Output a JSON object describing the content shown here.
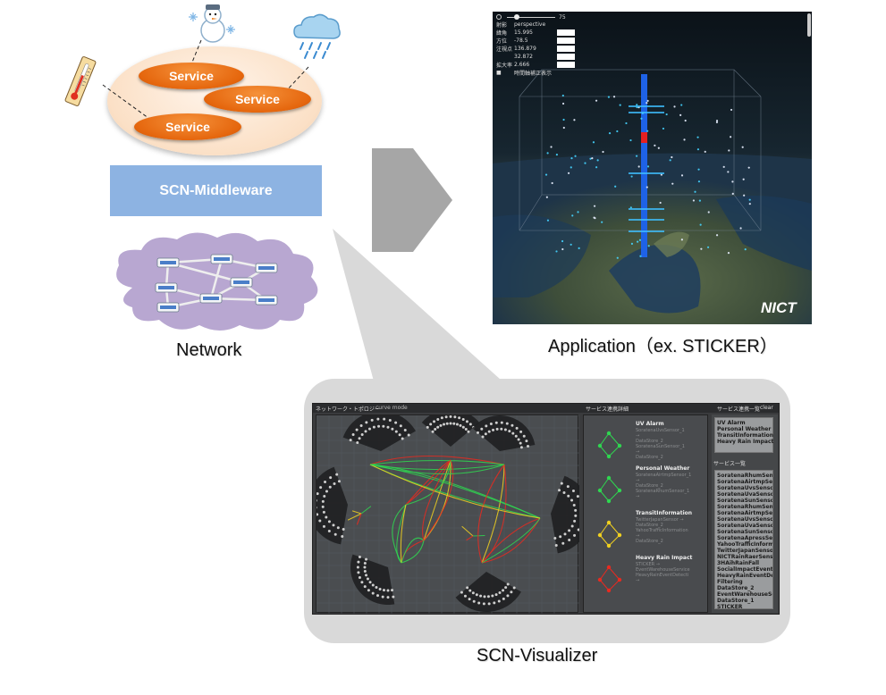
{
  "services": {
    "labels": [
      "Service",
      "Service",
      "Service"
    ]
  },
  "middleware": {
    "label": "SCN-Middleware"
  },
  "network": {
    "label": "Network"
  },
  "application": {
    "label": "Application（ex. STICKER）",
    "logo": "NICT",
    "controls": {
      "slider_value": "75",
      "rows": [
        {
          "label": "射影",
          "value": "perspective"
        },
        {
          "label": "緯角",
          "value": "15.995"
        },
        {
          "label": "方位",
          "value": "-78.5"
        },
        {
          "label": "注視点",
          "value": "136.879"
        },
        {
          "label": "",
          "value": "32.872"
        },
        {
          "label": "拡大率",
          "value": "2.666"
        },
        {
          "label": "■",
          "value": "時間軸補正表示"
        }
      ]
    }
  },
  "visualizer": {
    "label": "SCN-Visualizer",
    "topology_title": "ネットワーク・トポロジー",
    "mode": "curve mode",
    "detail_title": "サービス連携詳細",
    "chain_list_title": "サービス連携一覧",
    "clear_label": "clear",
    "service_list_title": "サービス一覧",
    "detail_items": [
      {
        "title": "UV Alarm",
        "lines": [
          "SoratenaUvsSensor_1",
          "→",
          "DataStore_2",
          "SoratenaSunSensor_1",
          "→",
          "DataStore_2"
        ]
      },
      {
        "title": "Personal Weather",
        "lines": [
          "SoratenaAirtmpSensor_1",
          "→",
          "DataStore_2",
          "SoratenaRhumSensor_1",
          "→"
        ]
      },
      {
        "title": "TransitInformation",
        "lines": [
          "TwitterJapanSensor →",
          "DataStore_2",
          "YahooTrafficInformation",
          "→",
          "DataStore_2"
        ]
      },
      {
        "title": "Heavy Rain Impact",
        "lines": [
          "STICKER →",
          "EventWarehouseService",
          "HeavyRainEventDetecti",
          "→"
        ]
      }
    ],
    "chains": [
      "UV Alarm",
      "Personal Weather",
      "TransitInformation",
      "Heavy Rain Impact"
    ],
    "services": [
      "SoratenaRhumSensor",
      "SoratenaAirtmpSensor",
      "SoratenaUvsSensor",
      "SoratenaUvaSensor",
      "SoratenaSunSensor",
      "SoratenaRhumSensor",
      "SoratenaAirtmpSensor",
      "SoratenaUvsSensor",
      "SoratenaUvaSensor",
      "SoratenaSunSensor",
      "SoratenaApressSensor",
      "YahooTrafficInformation",
      "TwitterJapanSensor",
      "NICTRainRaerSensor",
      "3HAihRainFall",
      "SocialImpactEventDetection",
      "HeavyRainEventDetection",
      "Filtering",
      "DataStore_2",
      "EventWarehouseService",
      "DataStore_1",
      "STICKER"
    ]
  },
  "colors": {
    "service": "#e5660d",
    "middleware": "#8db3e2",
    "network": "#b09dcc",
    "arrow": "#a6a6a6",
    "frame": "#d9d9d9"
  }
}
